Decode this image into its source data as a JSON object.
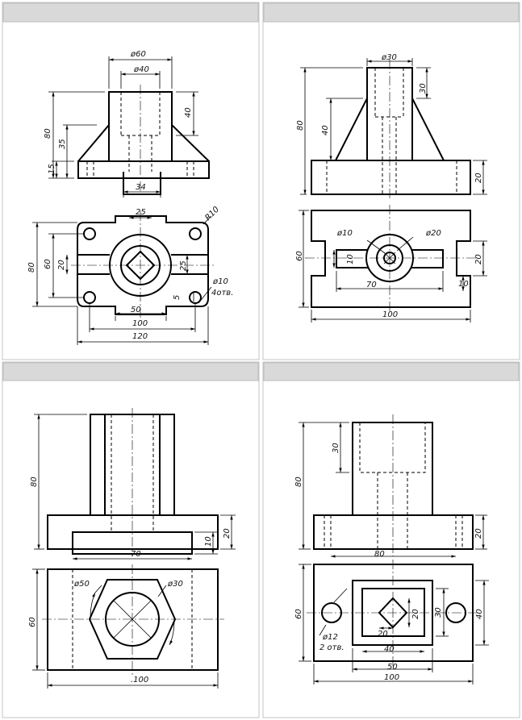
{
  "panels": [
    {
      "id": "top-left",
      "dims": {
        "d60": "ø60",
        "d40": "ø40",
        "h40": "40",
        "h80": "80",
        "h35": "35",
        "h15": "15",
        "w34": "34",
        "w25": "25",
        "r10": "R10",
        "v80": "80",
        "v60": "60",
        "v20": "20",
        "h25": "25",
        "d10": "ø10",
        "holes": "4отв.",
        "h5": "5",
        "w50": "50",
        "w100": "100",
        "w120": "120"
      }
    },
    {
      "id": "top-right",
      "dims": {
        "d30": "ø30",
        "h30": "30",
        "h80": "80",
        "h40": "40",
        "h20": "20",
        "v60": "60",
        "d10": "ø10",
        "d20": "ø20",
        "s10": "10",
        "w70": "70",
        "v20": "20",
        "v10": "10",
        "w100": "100"
      }
    },
    {
      "id": "bottom-left",
      "dims": {
        "h80": "80",
        "h20": "20",
        "h10": "10",
        "w70": "70",
        "d50": "ø50",
        "d30": "ø30",
        "v60": "60",
        "w100": ".100"
      }
    },
    {
      "id": "bottom-right",
      "dims": {
        "h30": "30",
        "h80": "80",
        "h20": "20",
        "w80": "80",
        "v60": "60",
        "v30": "30",
        "v40": "40",
        "s20a": "20",
        "s20b": "20",
        "d12": "ø12",
        "holes": "2 отв.",
        "w40": "40",
        "w50": "50",
        "w100": "100"
      }
    }
  ]
}
